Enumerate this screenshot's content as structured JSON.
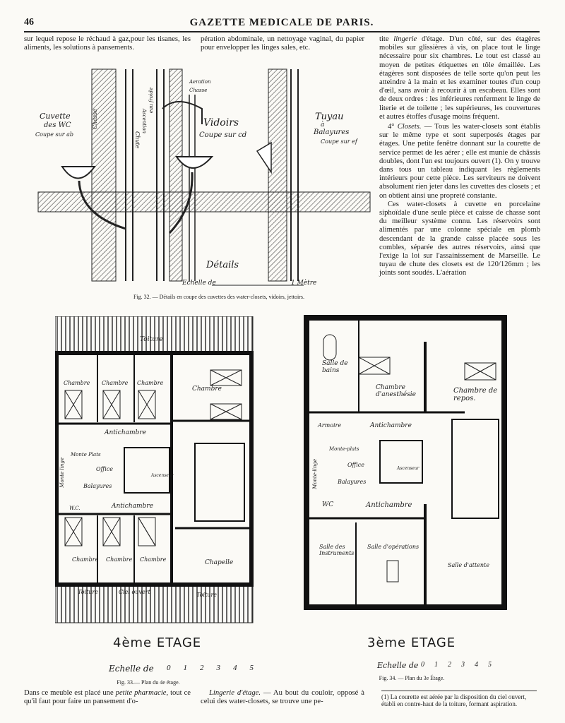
{
  "header": {
    "page_number": "46",
    "title": "GAZETTE MEDICALE DE PARIS."
  },
  "top_text": {
    "col1": "sur lequel repose le réchaud à gaz,pour les tisanes, les aliments, les solutions à pansements.",
    "col2": "pération abdominale, un nettoyage vaginal, du papier pour envelopper les linges sales, etc."
  },
  "right_column": {
    "p1_lead": "tite ",
    "p1_ital": "lingerie",
    "p1_rest": " d'étage. D'un côté, sur des étagères mobiles sur glissières à vis, on place tout le linge nécessaire pour six chambres. Le tout est classé au moyen de petites étiquettes en tôle émaillée. Les étagères sont disposées de telle sorte qu'on peut les atteindre à la main et les examiner toutes d'un coup d'œil, sans avoir à recourir à un escabeau. Elles sont de deux ordres : les inférieures renferment le linge de literie et de toilette ; les supérieures, les couvertures et autres étoffes d'usage moins fréquent.",
    "p2_num": "4° ",
    "p2_ital": "Closets.",
    "p2_rest": " — Tous les water-closets sont établis sur le même type et sont superposés étages par étages. Une petite fenêtre donnant sur la courette de service permet de les aérer ; elle est munie de châssis doubles, dont l'un est toujours ouvert (1). On y trouve dans tous un tableau indiquant les règlements intérieurs pour cette pièce. Les serviteurs ne doivent absolument rien jeter dans les cuvettes des closets ; et on obtient ainsi une propreté constante.",
    "p3": "Ces water-closets à cuvette en porcelaine siphoïdale d'une seule pièce et caisse de chasse sont du meilleur système connu. Les réservoirs sont alimentés par une colonne spéciale en plomb descendant de la grande caisse placée sous les combles, séparée des autres réservoirs, ainsi que l'exige la loi sur l'assainissement de Marseille. Le tuyau de chute des closets est de 120/126mm ; les joints sont soudés. L'aération"
  },
  "fig32": {
    "caption": "Fig. 32. — Détails en coupe des cuvettes des water-closets, vidoirs, jettoirs.",
    "labels": {
      "cuvette": "Cuvette",
      "cuvette2": "des WC",
      "cuvette3": "Coupe sur ab",
      "chasse": "Chasse",
      "chute": "Chute",
      "ascention": "Ascention",
      "aeration": "Aeration",
      "chasse2": "Chasse",
      "eau": "eau froide",
      "vidoirs": "Vidoirs",
      "vidoirs2": "Coupe sur cd",
      "tuyau": "Tuyau",
      "tuyau2": "à",
      "tuyau3": "Balayures",
      "tuyau4": "Coupe sur ef",
      "details": "Détails",
      "echelle": "Echelle de",
      "metre": "1 Mètre"
    }
  },
  "fig33": {
    "caption": "Fig. 33.— Plan du 4e étage.",
    "title": "4ème ETAGE",
    "scale_label": "Echelle de",
    "scale_ticks": [
      "0",
      "1",
      "2",
      "3",
      "4",
      "5"
    ],
    "rooms": {
      "toiture_top": "Toiture",
      "chambre1": "Chambre",
      "chambre2": "Chambre",
      "chambre3": "Chambre",
      "chambre4": "Chambre",
      "antichambre1": "Antichambre",
      "monte_plats": "Monte Plats",
      "monte_linge": "Monte linge",
      "office": "Office",
      "balayures": "Balayures",
      "ascenseur": "Ascenseur",
      "wc": "W.C.",
      "antichambre2": "Antichambre",
      "chambre5": "Chambre",
      "chambre6": "Chambre",
      "chambre7": "Chambre",
      "chapelle": "Chapelle",
      "toiture_bl": "Toiture",
      "ciel_ouvert": "Ciel ouvert",
      "toiture_br": "Toiture"
    }
  },
  "fig34": {
    "caption": "Fig. 34. — Plan du 3e Étage.",
    "title": "3ème ETAGE",
    "scale_label": "Echelle de",
    "scale_ticks": [
      "0",
      "1",
      "2",
      "3",
      "4",
      "5"
    ],
    "rooms": {
      "salle_bains": "Salle de bains",
      "chambre_anesth": "Chambre d'anesthésie",
      "chambre_repos": "Chambre de repos.",
      "armoire": "Armoire",
      "antichambre1": "Antichambre",
      "monte_plats": "Monte-plats",
      "monte_linge": "Monte-linge",
      "office": "Office",
      "ascenseur": "Ascenseur",
      "balayures": "Balayures",
      "wc": "WC",
      "antichambre2": "Antichambre",
      "salle_instruments": "Salle des Instruments",
      "salle_operations": "Salle d'opérations",
      "salle_attente": "Salle d'attente"
    }
  },
  "bottom_text": {
    "col1_a": "Dans ce meuble est placé une ",
    "col1_ital": "petite pharmacie",
    "col1_b": ", tout ce qu'il faut pour faire un pansement d'o-",
    "col2_ital": "Lingerie d'étage.",
    "col2_rest": " — Au bout du couloir, opposé à celui des water-closets, se trouve une pe-",
    "footnote": "(1) La courette est aérée par la disposition du ciel ouvert, établi en contre-haut de la toiture, formant aspiration."
  }
}
